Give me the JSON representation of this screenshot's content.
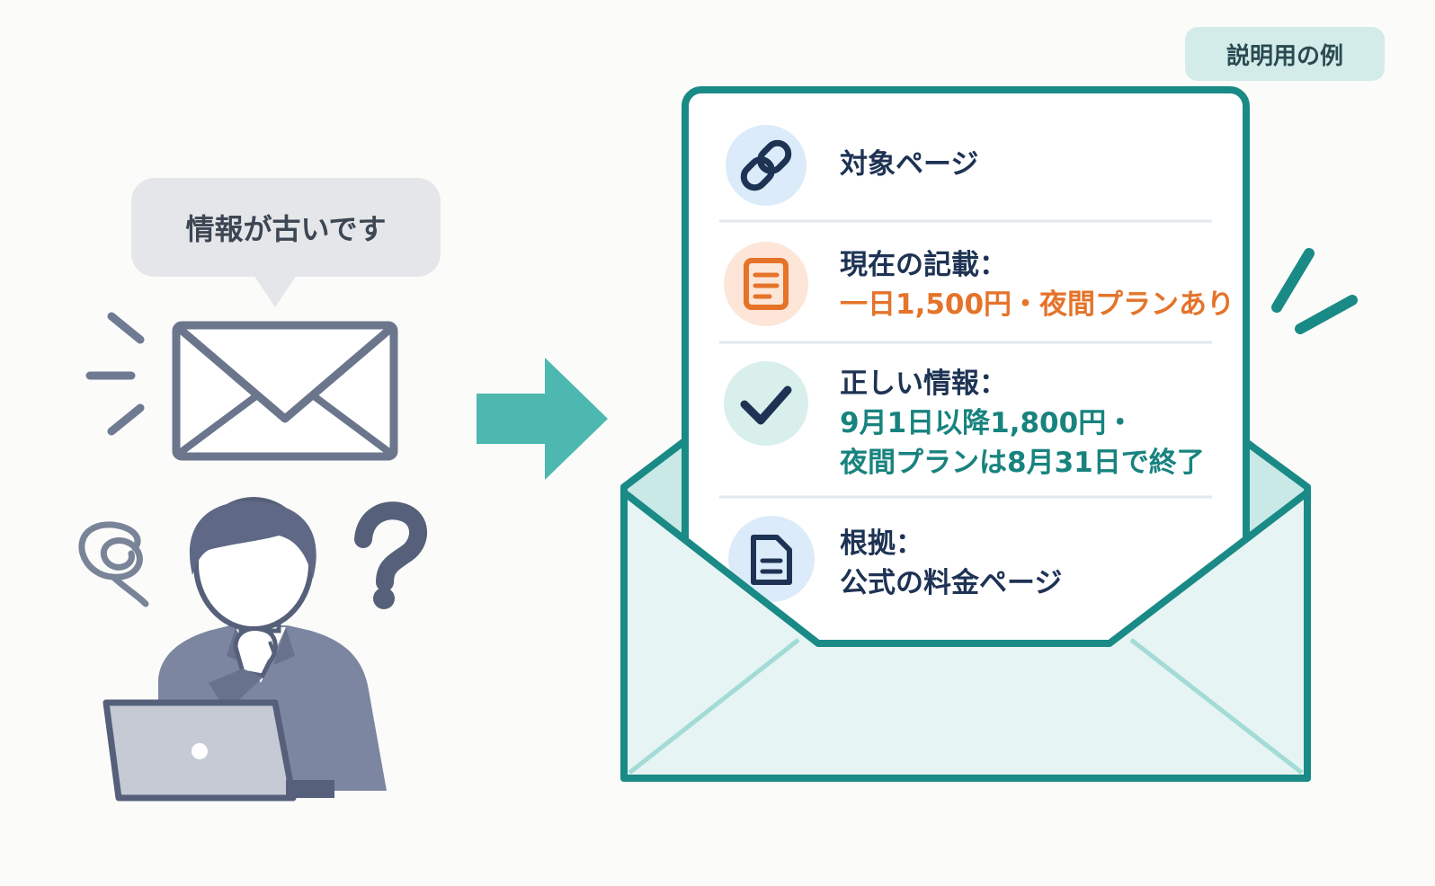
{
  "badge": {
    "label": "説明用の例"
  },
  "bubble": {
    "text": "情報が古いです"
  },
  "letter": {
    "target": {
      "label": "対象ページ",
      "icon": "link-icon"
    },
    "current": {
      "label": "現在の記載：",
      "value": "一日1,500円・夜間プランあり",
      "icon": "document-lines-icon"
    },
    "correct": {
      "label": "正しい情報：",
      "line1": "9月1日以降1,800円・",
      "line2": "夜間プランは8月31日で終了",
      "icon": "check-icon"
    },
    "source": {
      "label": "根拠：",
      "value": "公式の料金ページ",
      "icon": "file-icon"
    }
  },
  "colors": {
    "teal": "#1a8a86",
    "arrow": "#4cb8b0",
    "orange": "#e5732a",
    "navy": "#1e3354",
    "envelope_fill": "#e6f4f3",
    "gray": "#6f7b92"
  }
}
